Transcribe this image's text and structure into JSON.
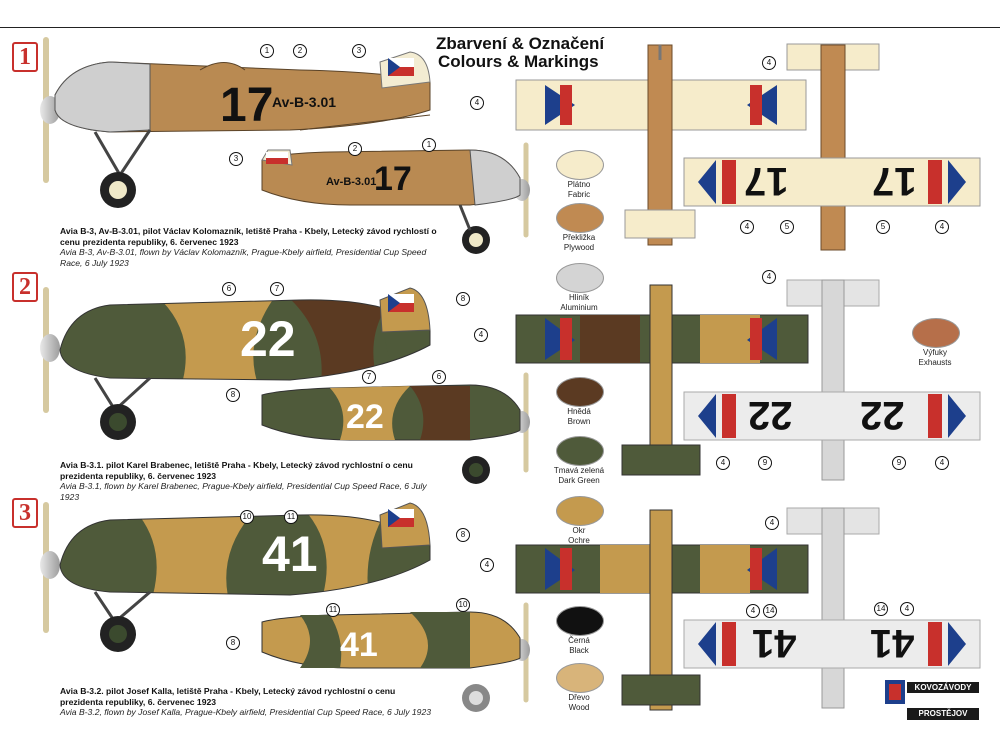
{
  "title": {
    "cz": "Zbarvení & Označení",
    "en": "Colours & Markings"
  },
  "profiles": [
    {
      "badge": "1",
      "number": "17",
      "serial": "Av-B-3.01",
      "caption_cz": "Avia B-3, Av-B-3.01, pilot Václav Kolomazník, letiště Praha - Kbely, Letecký závod rychlostí o cenu prezidenta republiky, 6. červenec 1923",
      "caption_en": "Avia B-3, Av-B-3.01, flown by Václav Kolomazník, Prague-Kbely airfield, Presidential Cup Speed Race, 6 July 1923"
    },
    {
      "badge": "2",
      "number": "22",
      "caption_cz": "Avia B-3.1. pilot Karel Brabenec, letiště Praha - Kbely, Letecký závod rychlostní o cenu prezidenta republiky, 6. červenec 1923",
      "caption_en": "Avia B-3.1, flown by Karel Brabenec, Prague-Kbely airfield, Presidential Cup Speed Race, 6 July 1923"
    },
    {
      "badge": "3",
      "number": "41",
      "caption_cz": "Avia B-3.2. pilot Josef Kalla, letiště Praha - Kbely, Letecký závod rychlostní o cenu prezidenta republiky, 6. červenec 1923",
      "caption_en": "Avia B-3.2, flown by Josef Kalla, Prague-Kbely airfield, Presidential Cup Speed Race, 6 July 1923"
    }
  ],
  "swatches": [
    {
      "cz": "Plátno",
      "en": "Fabric",
      "color": "#f6eccb"
    },
    {
      "cz": "Překližka",
      "en": "Plywood",
      "color": "#c08a52"
    },
    {
      "cz": "Hliník",
      "en": "Aluminium",
      "color": "#d4d4d4"
    },
    {
      "cz": "Hnědá",
      "en": "Brown",
      "color": "#5b3a22"
    },
    {
      "cz": "Tmavá zelená",
      "en": "Dark Green",
      "color": "#4f5a3a"
    },
    {
      "cz": "Okr",
      "en": "Ochre",
      "color": "#c49a4e"
    },
    {
      "cz": "Černá",
      "en": "Black",
      "color": "#111111"
    },
    {
      "cz": "Dřevo",
      "en": "Wood",
      "color": "#d8b47a"
    },
    {
      "cz": "Výfuky",
      "en": "Exhausts",
      "color": "#b66f4a"
    }
  ],
  "callouts": [
    "1",
    "2",
    "3",
    "4",
    "5",
    "6",
    "7",
    "8",
    "9",
    "10",
    "11",
    "14"
  ],
  "logo": {
    "top": "KOVOZÁVODY",
    "bottom": "PROSTĚJOV"
  },
  "colors": {
    "accent_red": "#c8302c",
    "roundel_blue": "#1d3f8c",
    "khaki": "#b98a52",
    "green": "#4f5a3a",
    "brown": "#5b3a22",
    "ochre": "#c49a4e"
  }
}
